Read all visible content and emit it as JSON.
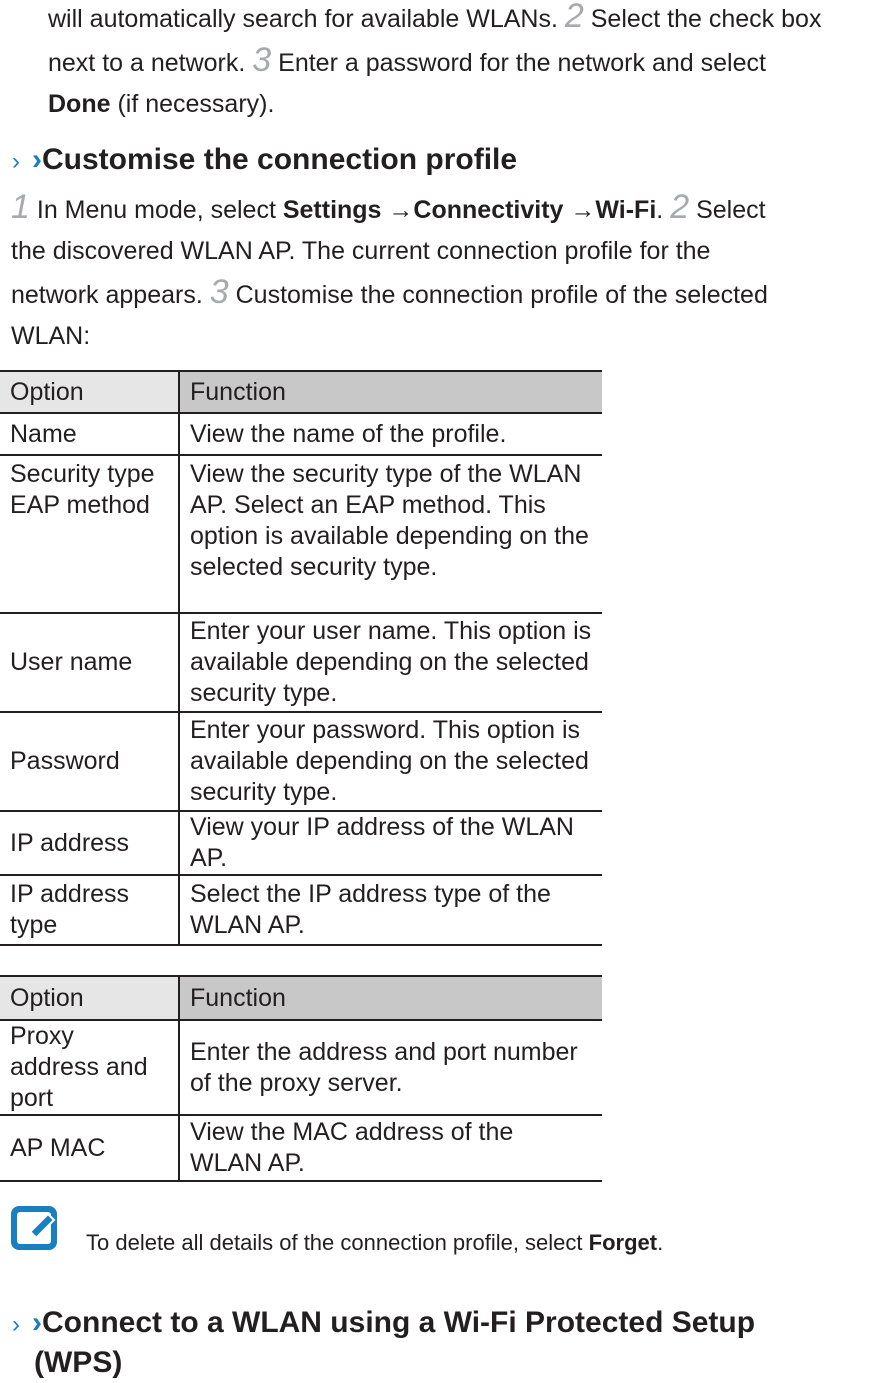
{
  "intro": {
    "line1_text": "will automatically search for available WLANs.",
    "line1_step": "2",
    "line1_tail": "Select the check box",
    "line2_text": "next to a network.",
    "line2_step": "3",
    "line2_tail": "Enter a password for the network and select",
    "line3_bold": "Done",
    "line3_tail": "(if necessary)."
  },
  "section1": {
    "chevron": "›",
    "title": "Customise the connection profile",
    "step1": "1",
    "l1_a": "In Menu mode, select",
    "l1_settings": "Settings",
    "l1_arrow1": "→",
    "l1_connectivity": "Connectivity",
    "l1_arrow2": "→",
    "l1_wifi": "Wi-Fi",
    "l1_period": ".",
    "step2": "2",
    "l1_b": "Select",
    "l2": "the discovered WLAN AP. The current connection profile for the",
    "l3_a": "network appears.",
    "step3": "3",
    "l3_b": "Customise the connection profile of the selected",
    "l4": "WLAN:"
  },
  "table1": {
    "headers": [
      "Option",
      "Function"
    ],
    "rows": [
      {
        "option": "Name",
        "function": "View the name of the profile."
      },
      {
        "option": "Security type EAP method",
        "function": "View the security type of the WLAN AP. Select an EAP method. This option is available depending on the selected security type."
      },
      {
        "option": "User name",
        "function": "Enter your user name. This option is available depending on the selected security type."
      },
      {
        "option": "Password",
        "function": "Enter your password. This option is available depending on the selected security type."
      },
      {
        "option": "IP address",
        "function": "View your IP address of the WLAN AP."
      },
      {
        "option": "IP address type",
        "function": "Select the IP address type of the WLAN AP."
      }
    ]
  },
  "table2": {
    "headers": [
      "Option",
      "Function"
    ],
    "rows": [
      {
        "option": "Proxy address and port",
        "function": "Enter the address and port number of the proxy server."
      },
      {
        "option": "AP MAC",
        "function": "View the MAC address of the WLAN AP."
      }
    ]
  },
  "note": {
    "icon": "note-pencil-icon",
    "text": "To delete all details of the connection profile, select",
    "bold": "Forget",
    "period": "."
  },
  "section2": {
    "chevron": "›",
    "title_line1": "Connect to a WLAN using a Wi-Fi Protected Setup",
    "title_line2": "(WPS)"
  },
  "colors": {
    "accent": "#1a7fc1",
    "step_number": "#a7a9ac",
    "header_function": "#c8c8c8",
    "header_option": "#e6e6e6"
  }
}
